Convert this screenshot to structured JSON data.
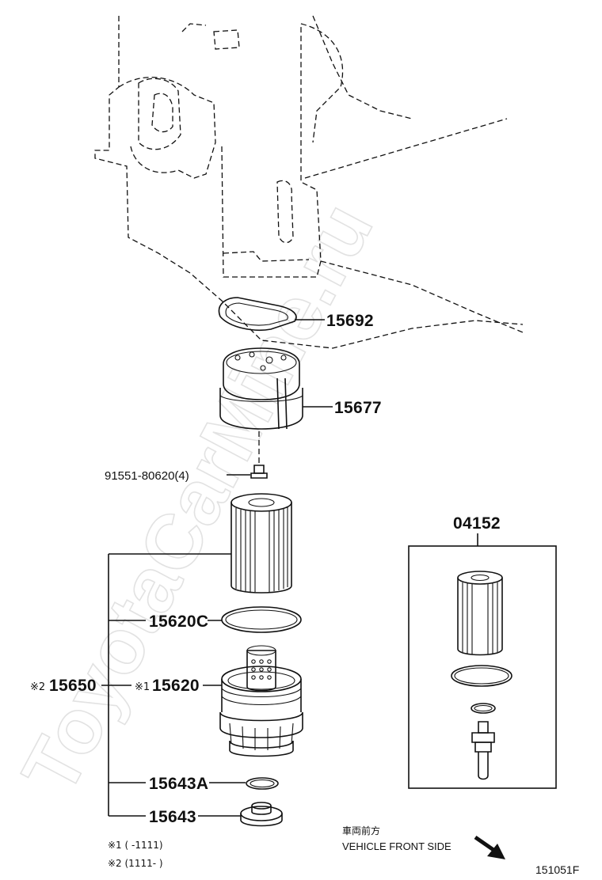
{
  "diagram": {
    "watermark": "ToyotaCarMine.ru",
    "parts": {
      "gasket": "15692",
      "bracket": "15677",
      "bolt": "91551-80620(4)",
      "kit_label": "04152",
      "oring_c": "15620C",
      "assembly_mark": "※2",
      "assembly": "15650",
      "cap_mark": "※1",
      "cap": "15620",
      "oring_a": "15643A",
      "plug": "15643"
    },
    "notes": {
      "note1": "※1 (      -1111)",
      "note2": "※2 (1111-      )"
    },
    "direction": {
      "label_jp": "車両前方",
      "label_en": "VEHICLE FRONT SIDE"
    },
    "figure_code": "151051F"
  }
}
